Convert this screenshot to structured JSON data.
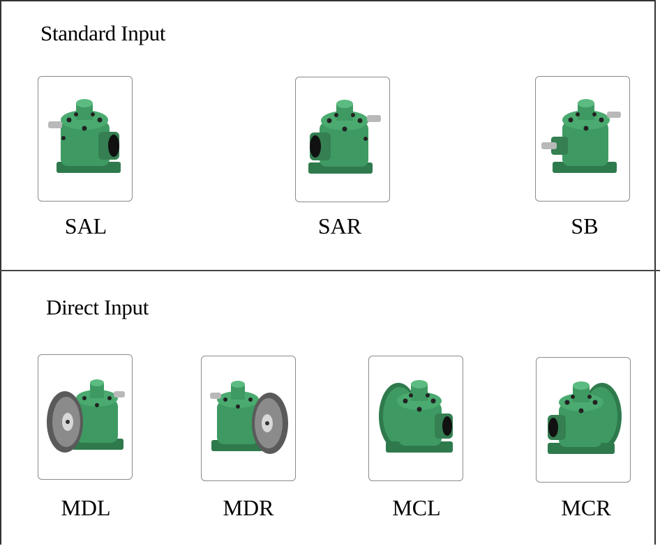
{
  "standard": {
    "title": "Standard Input",
    "items": [
      {
        "label": "SAL",
        "icon": "gearbox-shaft-left-icon"
      },
      {
        "label": "SAR",
        "icon": "gearbox-shaft-right-icon"
      },
      {
        "label": "SB",
        "icon": "gearbox-shaft-both-icon"
      }
    ]
  },
  "direct": {
    "title": "Direct Input",
    "items": [
      {
        "label": "MDL",
        "icon": "gearbox-flange-disc-left-icon"
      },
      {
        "label": "MDR",
        "icon": "gearbox-flange-disc-right-icon"
      },
      {
        "label": "MCL",
        "icon": "gearbox-flange-cover-left-icon"
      },
      {
        "label": "MCR",
        "icon": "gearbox-flange-cover-right-icon"
      }
    ]
  },
  "colors": {
    "housing": "#3e9a62",
    "housing_dark": "#2a6e44",
    "border": "#8a8a8a",
    "flange": "#6f6f6f"
  }
}
